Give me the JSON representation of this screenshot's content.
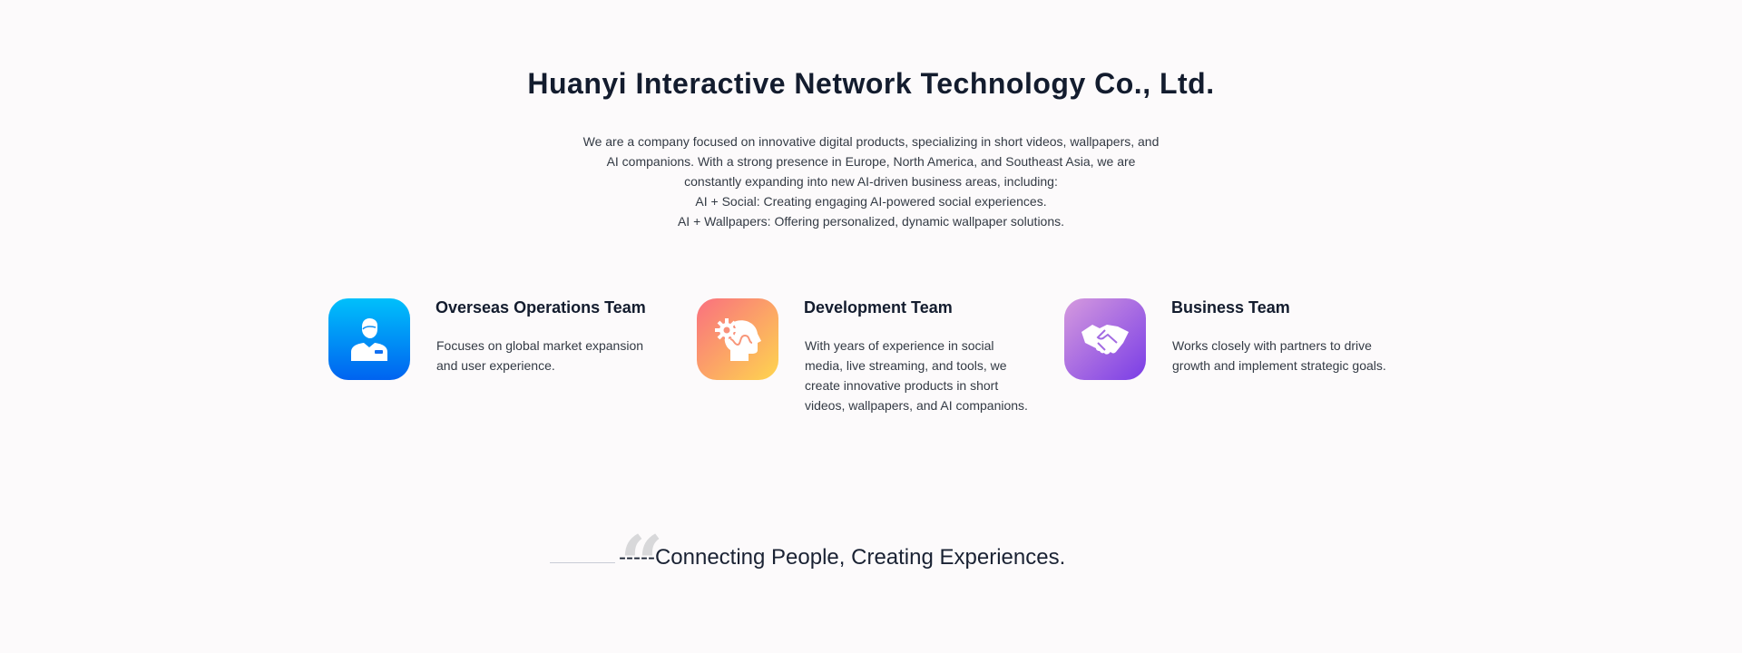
{
  "header": {
    "title": "Huanyi Interactive Network Technology Co., Ltd.",
    "intro_lines": [
      "We are a company focused on innovative digital products, specializing in short videos, wallpapers, and",
      "AI companions. With a strong presence in Europe, North America, and Southeast Asia, we are",
      "constantly expanding into new AI-driven business areas, including:",
      "AI + Social: Creating engaging AI-powered social experiences.",
      "AI + Wallpapers: Offering personalized, dynamic wallpaper solutions."
    ]
  },
  "teams": [
    {
      "title": "Overseas Operations Team",
      "description": "Focuses on global market expansion and user experience.",
      "icon": "customer-service-person-icon",
      "colors": [
        "#00c0fb",
        "#0063f0"
      ]
    },
    {
      "title": "Development Team",
      "description": "With years of experience in social media, live streaming, and tools, we create innovative products in short videos, wallpapers, and AI companions.",
      "icon": "gear-head-icon",
      "colors": [
        "#f9707f",
        "#fed54f"
      ]
    },
    {
      "title": "Business Team",
      "description": "Works closely with partners to drive growth and implement strategic goals.",
      "icon": "handshake-icon",
      "colors": [
        "#d59ade",
        "#7a3de6"
      ]
    }
  ],
  "slogan": {
    "text": "-----Connecting People, Creating Experiences.",
    "quote_mark": "“"
  }
}
